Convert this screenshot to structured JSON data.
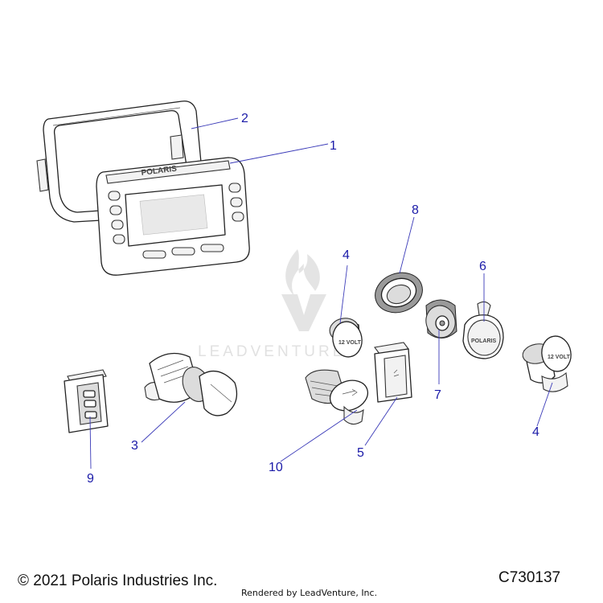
{
  "diagram": {
    "callouts": [
      "1",
      "2",
      "3",
      "4",
      "4",
      "5",
      "6",
      "7",
      "8",
      "9",
      "10"
    ],
    "part_labels": {
      "brand": "POLARIS",
      "socket_a": "12 VOLT",
      "socket_b": "12 VOLT",
      "socket_c": "POLARIS"
    },
    "watermark": "LEADVENTURE"
  },
  "footer": {
    "copyright": "© 2021 Polaris Industries Inc.",
    "rendered_by": "Rendered by LeadVenture, Inc.",
    "drawing_id": "C730137"
  }
}
